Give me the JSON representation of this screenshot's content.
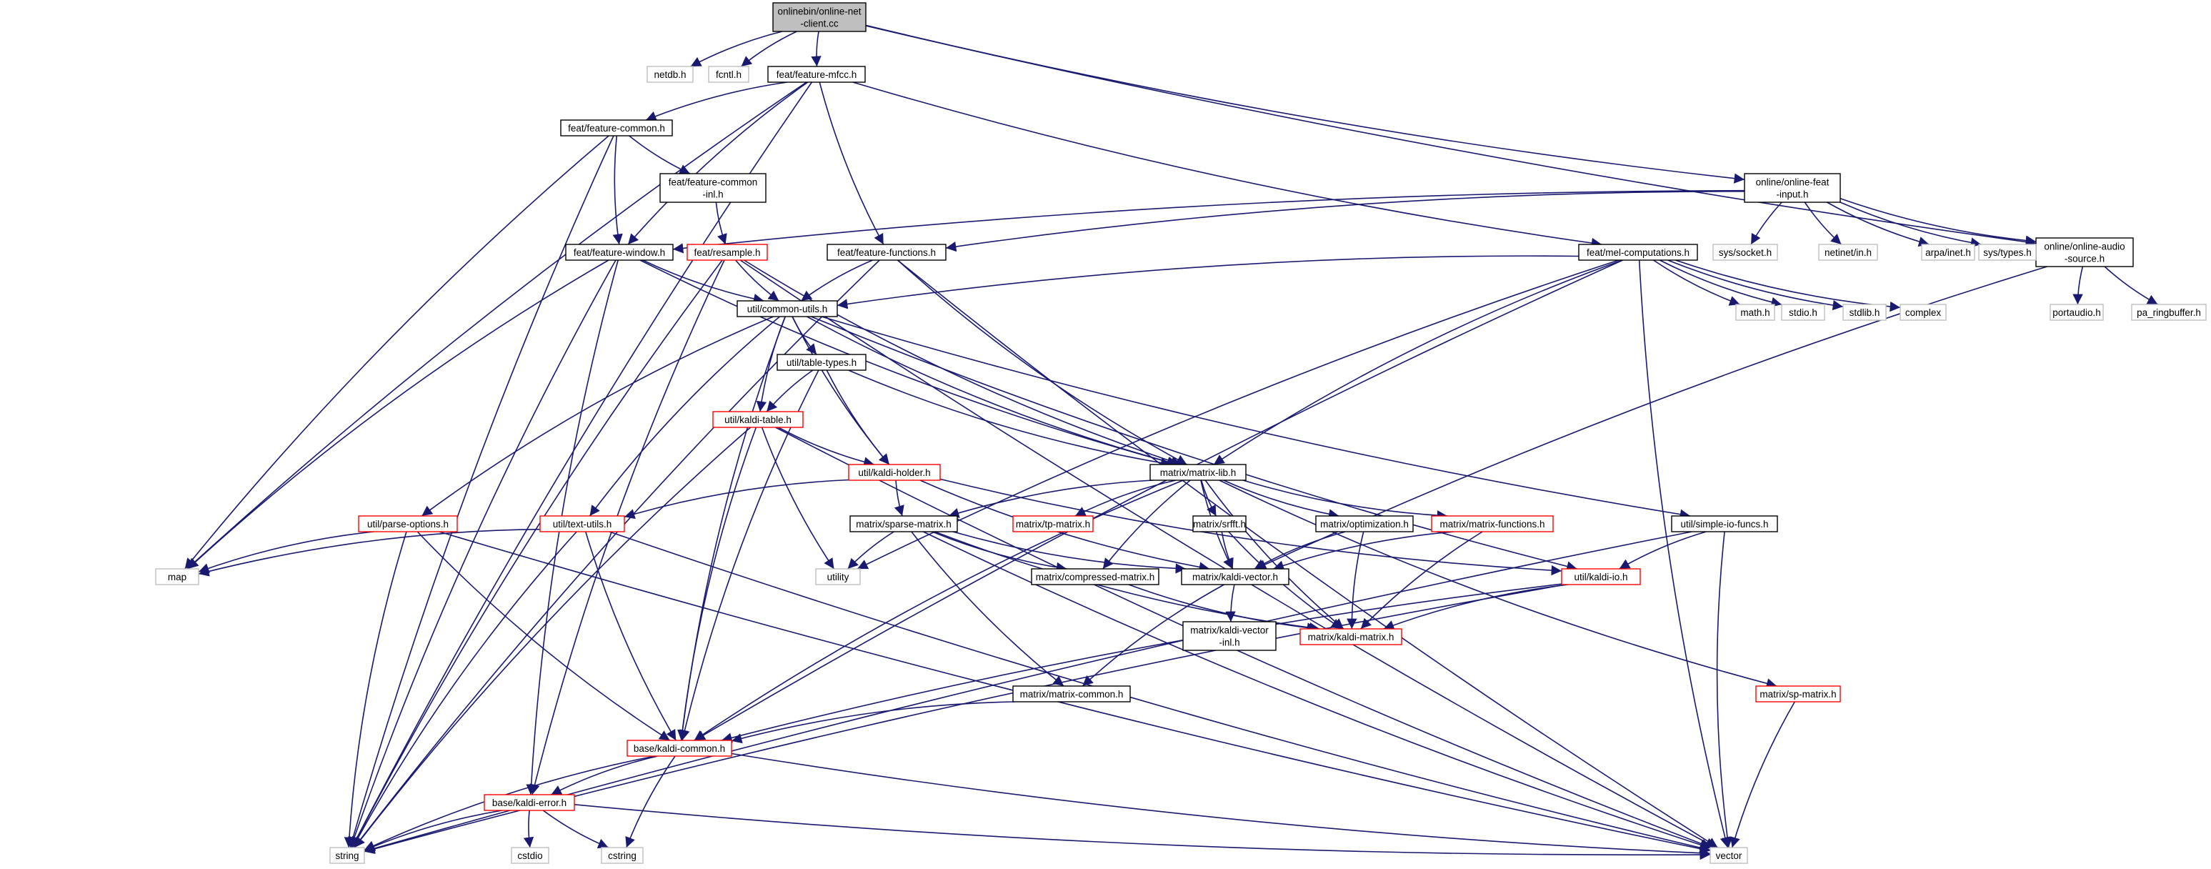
{
  "graph": {
    "title": "",
    "colors": {
      "edge": "#191970",
      "root_fill": "#bfbfbf",
      "root_border": "#000000",
      "local_border": "#000000",
      "linked_border": "#ff0000",
      "system_border": "#bfbfbf",
      "text": "#000000"
    },
    "nodes": [
      {
        "id": "root",
        "label": "onlinebin/online-net\n-client.cc",
        "kind": "root"
      },
      {
        "id": "netdb",
        "label": "netdb.h",
        "kind": "system"
      },
      {
        "id": "fcntl",
        "label": "fcntl.h",
        "kind": "system"
      },
      {
        "id": "mfcc",
        "label": "feat/feature-mfcc.h",
        "kind": "local"
      },
      {
        "id": "fcommon",
        "label": "feat/feature-common.h",
        "kind": "local"
      },
      {
        "id": "fcommoninl",
        "label": "feat/feature-common\n-inl.h",
        "kind": "local"
      },
      {
        "id": "fwindow",
        "label": "feat/feature-window.h",
        "kind": "local"
      },
      {
        "id": "resample",
        "label": "feat/resample.h",
        "kind": "linked"
      },
      {
        "id": "ffunctions",
        "label": "feat/feature-functions.h",
        "kind": "local"
      },
      {
        "id": "onlinefeat",
        "label": "online/online-feat\n-input.h",
        "kind": "local"
      },
      {
        "id": "melcomp",
        "label": "feat/mel-computations.h",
        "kind": "local"
      },
      {
        "id": "audiosrc",
        "label": "online/online-audio\n-source.h",
        "kind": "local"
      },
      {
        "id": "socket",
        "label": "sys/socket.h",
        "kind": "system"
      },
      {
        "id": "netinet",
        "label": "netinet/in.h",
        "kind": "system"
      },
      {
        "id": "arpa",
        "label": "arpa/inet.h",
        "kind": "system"
      },
      {
        "id": "systypes",
        "label": "sys/types.h",
        "kind": "system"
      },
      {
        "id": "portaudio",
        "label": "portaudio.h",
        "kind": "system"
      },
      {
        "id": "ringbuf",
        "label": "pa_ringbuffer.h",
        "kind": "system"
      },
      {
        "id": "commonutils",
        "label": "util/common-utils.h",
        "kind": "local"
      },
      {
        "id": "mathh",
        "label": "math.h",
        "kind": "system"
      },
      {
        "id": "stdioh",
        "label": "stdio.h",
        "kind": "system"
      },
      {
        "id": "stdlibh",
        "label": "stdlib.h",
        "kind": "system"
      },
      {
        "id": "complex",
        "label": "complex",
        "kind": "system"
      },
      {
        "id": "tabletypes",
        "label": "util/table-types.h",
        "kind": "local"
      },
      {
        "id": "kalditable",
        "label": "util/kaldi-table.h",
        "kind": "linked"
      },
      {
        "id": "kaldiholder",
        "label": "util/kaldi-holder.h",
        "kind": "linked"
      },
      {
        "id": "matrixlib",
        "label": "matrix/matrix-lib.h",
        "kind": "local"
      },
      {
        "id": "parseopts",
        "label": "util/parse-options.h",
        "kind": "linked"
      },
      {
        "id": "textutils",
        "label": "util/text-utils.h",
        "kind": "linked"
      },
      {
        "id": "sparse",
        "label": "matrix/sparse-matrix.h",
        "kind": "local"
      },
      {
        "id": "tpmatrix",
        "label": "matrix/tp-matrix.h",
        "kind": "linked"
      },
      {
        "id": "srfft",
        "label": "matrix/srfft.h",
        "kind": "local"
      },
      {
        "id": "optim",
        "label": "matrix/optimization.h",
        "kind": "local"
      },
      {
        "id": "mfuncs",
        "label": "matrix/matrix-functions.h",
        "kind": "linked"
      },
      {
        "id": "simpleio",
        "label": "util/simple-io-funcs.h",
        "kind": "local"
      },
      {
        "id": "map",
        "label": "map",
        "kind": "system"
      },
      {
        "id": "utility",
        "label": "utility",
        "kind": "system"
      },
      {
        "id": "compressed",
        "label": "matrix/compressed-matrix.h",
        "kind": "local"
      },
      {
        "id": "kvector",
        "label": "matrix/kaldi-vector.h",
        "kind": "local"
      },
      {
        "id": "kaldiio",
        "label": "util/kaldi-io.h",
        "kind": "linked"
      },
      {
        "id": "kvectorinl",
        "label": "matrix/kaldi-vector\n-inl.h",
        "kind": "local"
      },
      {
        "id": "kmatrix",
        "label": "matrix/kaldi-matrix.h",
        "kind": "linked"
      },
      {
        "id": "mcommon",
        "label": "matrix/matrix-common.h",
        "kind": "local"
      },
      {
        "id": "spmatrix",
        "label": "matrix/sp-matrix.h",
        "kind": "linked"
      },
      {
        "id": "kcommon",
        "label": "base/kaldi-common.h",
        "kind": "linked"
      },
      {
        "id": "kerror",
        "label": "base/kaldi-error.h",
        "kind": "linked"
      },
      {
        "id": "cstdio",
        "label": "cstdio",
        "kind": "system"
      },
      {
        "id": "cstring",
        "label": "cstring",
        "kind": "system"
      },
      {
        "id": "string",
        "label": "string",
        "kind": "system"
      },
      {
        "id": "vector",
        "label": "vector",
        "kind": "system"
      }
    ],
    "edges": [
      [
        "root",
        "netdb"
      ],
      [
        "root",
        "fcntl"
      ],
      [
        "root",
        "mfcc"
      ],
      [
        "root",
        "onlinefeat"
      ],
      [
        "root",
        "audiosrc"
      ],
      [
        "mfcc",
        "map"
      ],
      [
        "mfcc",
        "string"
      ],
      [
        "mfcc",
        "fcommon"
      ],
      [
        "mfcc",
        "fwindow"
      ],
      [
        "mfcc",
        "ffunctions"
      ],
      [
        "mfcc",
        "melcomp"
      ],
      [
        "fcommon",
        "map"
      ],
      [
        "fcommon",
        "string"
      ],
      [
        "fcommon",
        "fwindow"
      ],
      [
        "fcommon",
        "fcommoninl"
      ],
      [
        "fcommoninl",
        "resample"
      ],
      [
        "fwindow",
        "map"
      ],
      [
        "fwindow",
        "string"
      ],
      [
        "fwindow",
        "commonutils"
      ],
      [
        "fwindow",
        "kerror"
      ],
      [
        "fwindow",
        "matrixlib"
      ],
      [
        "resample",
        "string"
      ],
      [
        "resample",
        "commonutils"
      ],
      [
        "resample",
        "matrixlib"
      ],
      [
        "resample",
        "vector"
      ],
      [
        "resample",
        "kerror"
      ],
      [
        "ffunctions",
        "string"
      ],
      [
        "ffunctions",
        "vector"
      ],
      [
        "ffunctions",
        "commonutils"
      ],
      [
        "ffunctions",
        "matrixlib"
      ],
      [
        "onlinefeat",
        "fwindow"
      ],
      [
        "onlinefeat",
        "ffunctions"
      ],
      [
        "onlinefeat",
        "socket"
      ],
      [
        "onlinefeat",
        "netinet"
      ],
      [
        "onlinefeat",
        "arpa"
      ],
      [
        "onlinefeat",
        "systypes"
      ],
      [
        "onlinefeat",
        "audiosrc"
      ],
      [
        "melcomp",
        "commonutils"
      ],
      [
        "melcomp",
        "utility"
      ],
      [
        "melcomp",
        "matrixlib"
      ],
      [
        "melcomp",
        "kcommon"
      ],
      [
        "melcomp",
        "mathh"
      ],
      [
        "melcomp",
        "stdioh"
      ],
      [
        "melcomp",
        "stdlibh"
      ],
      [
        "melcomp",
        "complex"
      ],
      [
        "melcomp",
        "vector"
      ],
      [
        "audiosrc",
        "portaudio"
      ],
      [
        "audiosrc",
        "ringbuf"
      ],
      [
        "audiosrc",
        "kvector"
      ],
      [
        "commonutils",
        "parseopts"
      ],
      [
        "commonutils",
        "textutils"
      ],
      [
        "commonutils",
        "kcommon"
      ],
      [
        "commonutils",
        "kalditable"
      ],
      [
        "commonutils",
        "tabletypes"
      ],
      [
        "commonutils",
        "kaldiholder"
      ],
      [
        "commonutils",
        "kaldiio"
      ],
      [
        "commonutils",
        "simpleio"
      ],
      [
        "commonutils",
        "matrixlib"
      ],
      [
        "tabletypes",
        "kalditable"
      ],
      [
        "tabletypes",
        "kaldiholder"
      ],
      [
        "tabletypes",
        "matrixlib"
      ],
      [
        "tabletypes",
        "kcommon"
      ],
      [
        "kalditable",
        "string"
      ],
      [
        "kalditable",
        "kaldiholder"
      ],
      [
        "kalditable",
        "utility"
      ],
      [
        "kalditable",
        "vector"
      ],
      [
        "kalditable",
        "kcommon"
      ],
      [
        "kaldiholder",
        "textutils"
      ],
      [
        "kaldiholder",
        "sparse"
      ],
      [
        "kaldiholder",
        "kaldiio"
      ],
      [
        "kaldiholder",
        "kvector"
      ],
      [
        "matrixlib",
        "tpmatrix"
      ],
      [
        "matrixlib",
        "srfft"
      ],
      [
        "matrixlib",
        "optim"
      ],
      [
        "matrixlib",
        "mfuncs"
      ],
      [
        "matrixlib",
        "compressed"
      ],
      [
        "matrixlib",
        "kvector"
      ],
      [
        "matrixlib",
        "kmatrix"
      ],
      [
        "matrixlib",
        "spmatrix"
      ],
      [
        "matrixlib",
        "sparse"
      ],
      [
        "matrixlib",
        "kcommon"
      ],
      [
        "parseopts",
        "map"
      ],
      [
        "parseopts",
        "string"
      ],
      [
        "parseopts",
        "vector"
      ],
      [
        "parseopts",
        "kcommon"
      ],
      [
        "textutils",
        "map"
      ],
      [
        "textutils",
        "string"
      ],
      [
        "textutils",
        "vector"
      ],
      [
        "textutils",
        "kcommon"
      ],
      [
        "sparse",
        "utility"
      ],
      [
        "sparse",
        "compressed"
      ],
      [
        "sparse",
        "kvector"
      ],
      [
        "sparse",
        "kmatrix"
      ],
      [
        "sparse",
        "mcommon"
      ],
      [
        "sparse",
        "vector"
      ],
      [
        "srfft",
        "kvector"
      ],
      [
        "srfft",
        "kmatrix"
      ],
      [
        "optim",
        "kvector"
      ],
      [
        "optim",
        "kmatrix"
      ],
      [
        "mfuncs",
        "kvector"
      ],
      [
        "mfuncs",
        "kmatrix"
      ],
      [
        "simpleio",
        "kaldiio"
      ],
      [
        "simpleio",
        "vector"
      ],
      [
        "simpleio",
        "string"
      ],
      [
        "compressed",
        "kmatrix"
      ],
      [
        "kvector",
        "kvectorinl"
      ],
      [
        "kvector",
        "mcommon"
      ],
      [
        "kaldiio",
        "kmatrix"
      ],
      [
        "kaldiio",
        "kcommon"
      ],
      [
        "kaldiio",
        "string"
      ],
      [
        "mcommon",
        "kcommon"
      ],
      [
        "spmatrix",
        "vector"
      ],
      [
        "kcommon",
        "kerror"
      ],
      [
        "kcommon",
        "string"
      ],
      [
        "kcommon",
        "cstring"
      ],
      [
        "kcommon",
        "vector"
      ],
      [
        "kerror",
        "string"
      ],
      [
        "kerror",
        "cstdio"
      ],
      [
        "kerror",
        "cstring"
      ],
      [
        "kerror",
        "vector"
      ]
    ]
  }
}
